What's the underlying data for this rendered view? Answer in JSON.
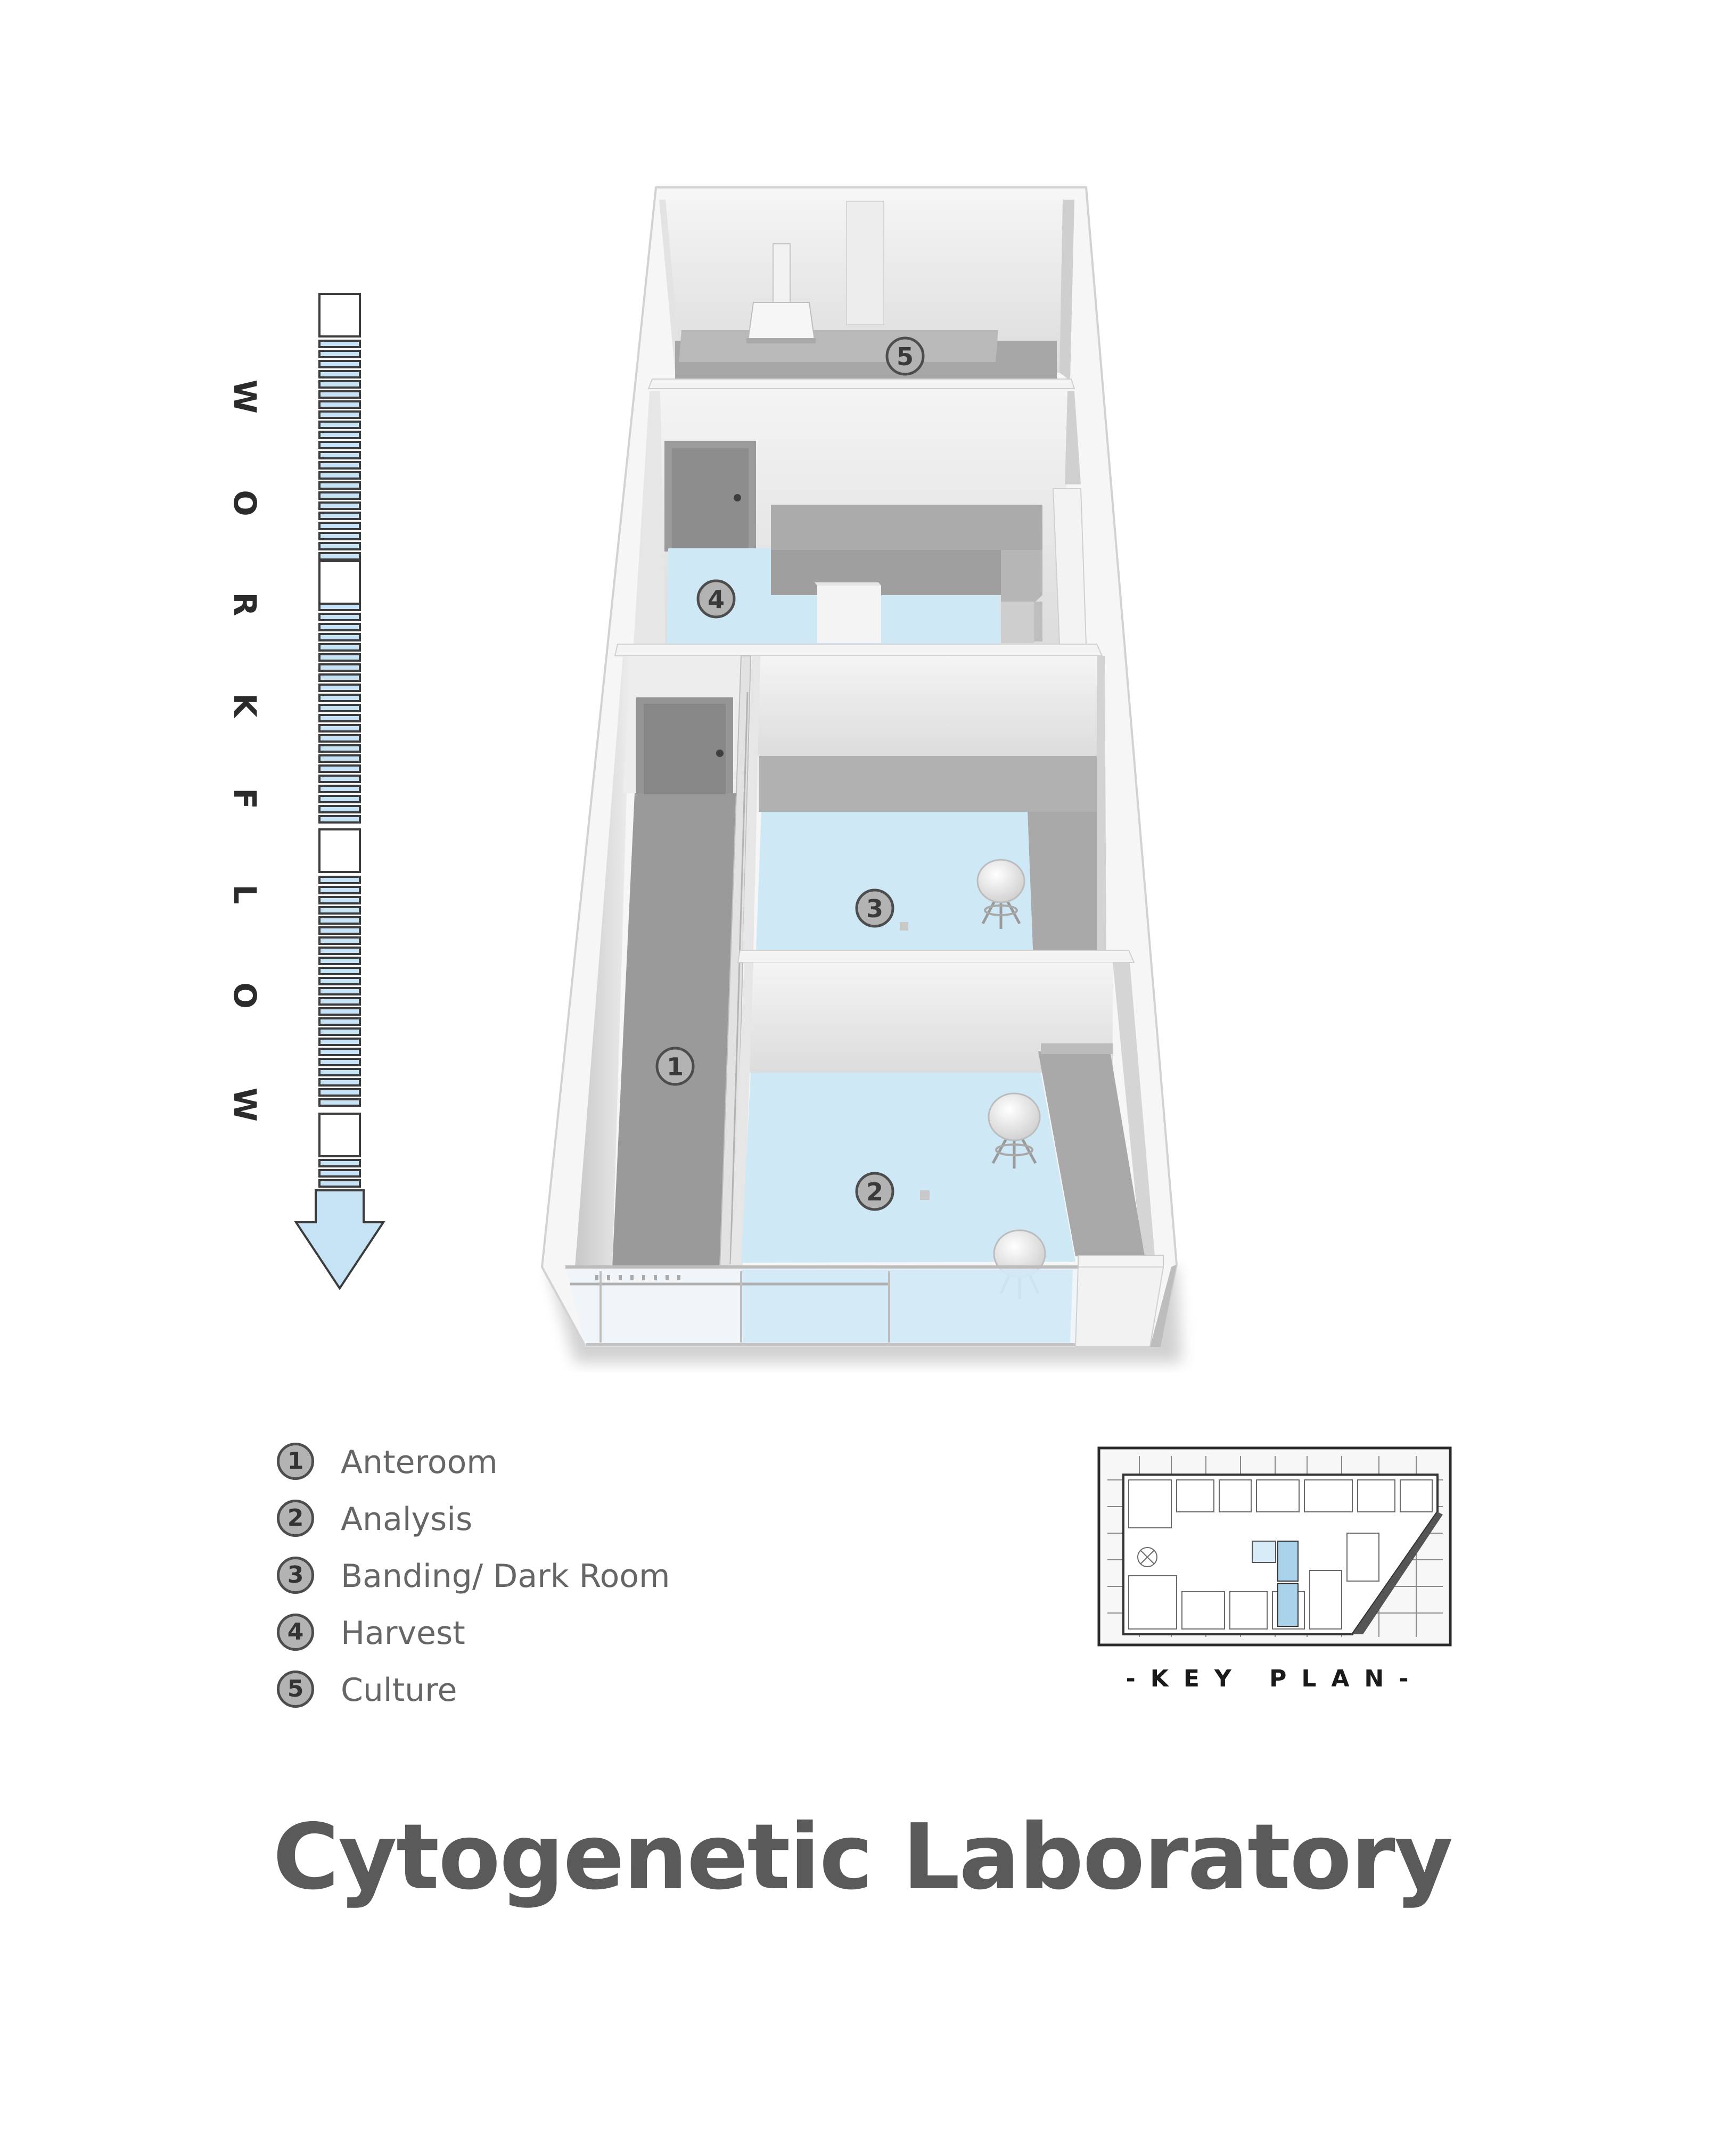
{
  "title": "Cytogenetic Laboratory",
  "workflow": {
    "letters": [
      "W",
      "O",
      "R",
      "K",
      "F",
      "L",
      "O",
      "W"
    ]
  },
  "rooms": [
    {
      "number": "1",
      "name": "Anteroom"
    },
    {
      "number": "2",
      "name": "Analysis"
    },
    {
      "number": "3",
      "name": "Banding/ Dark Room"
    },
    {
      "number": "4",
      "name": "Harvest"
    },
    {
      "number": "5",
      "name": "Culture"
    }
  ],
  "key_plan": {
    "caption": "-KEY PLAN-",
    "highlight_color": "#a9d3ea"
  },
  "colors": {
    "floor_blue": "#cfe8f6",
    "arrow_blue": "#c6e3f5",
    "wall_gray": "#9a9a9a",
    "title_gray": "#5a5a5a"
  }
}
